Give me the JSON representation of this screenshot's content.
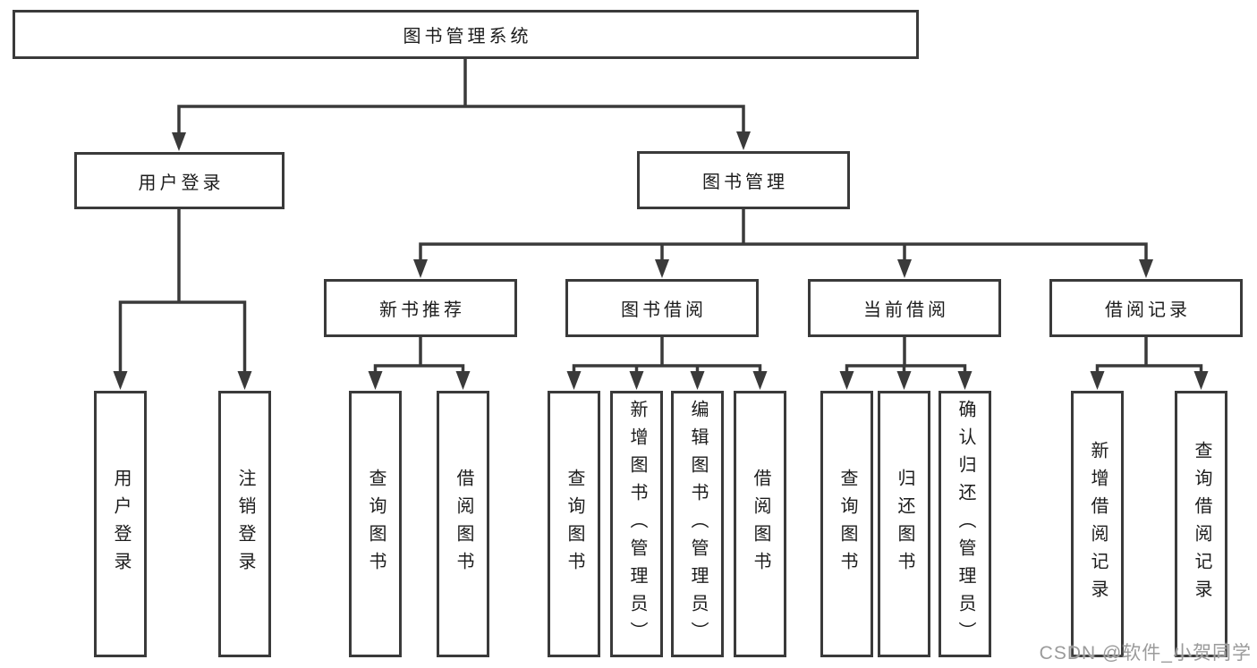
{
  "colors": {
    "line": "#3a3a3a",
    "box_border": "#3a3a3a",
    "text": "#1c1c1c",
    "background": "#ffffff",
    "watermark": "#9b9b9b"
  },
  "nodes": {
    "root": {
      "label": "图书管理系统"
    },
    "level2": [
      {
        "label": "用户登录"
      },
      {
        "label": "图书管理"
      }
    ],
    "level3": [
      {
        "label": "新书推荐"
      },
      {
        "label": "图书借阅"
      },
      {
        "label": "当前借阅"
      },
      {
        "label": "借阅记录"
      }
    ],
    "leaves": {
      "user_login": [
        {
          "label": "用户登录"
        },
        {
          "label": "注销登录"
        }
      ],
      "new_book_rec": [
        {
          "label": "查询图书"
        },
        {
          "label": "借阅图书"
        }
      ],
      "book_borrow": [
        {
          "label": "查询图书"
        },
        {
          "label": "新增图书（管理员）"
        },
        {
          "label": "编辑图书（管理员）"
        },
        {
          "label": "借阅图书"
        }
      ],
      "current_borrow": [
        {
          "label": "查询图书"
        },
        {
          "label": "归还图书"
        },
        {
          "label": "确认归还（管理员）"
        }
      ],
      "borrow_records": [
        {
          "label": "新增借阅记录"
        },
        {
          "label": "查询借阅记录"
        }
      ]
    }
  },
  "watermark": {
    "text": "CSDN @软件_小贺同学"
  }
}
